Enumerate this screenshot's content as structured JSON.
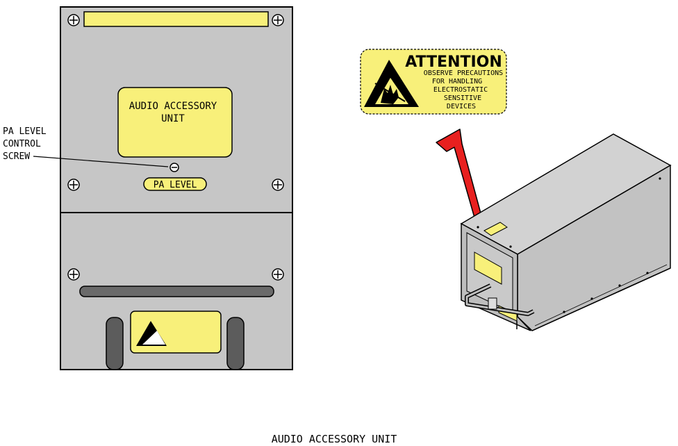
{
  "front_panel": {
    "unit_label_line1": "AUDIO ACCESSORY",
    "unit_label_line2": "UNIT",
    "pa_level_label": "PA LEVEL",
    "callout_line1": "PA LEVEL",
    "callout_line2": "CONTROL",
    "callout_line3": "SCREW"
  },
  "attention_label": {
    "heading": "ATTENTION",
    "line1": "OBSERVE PRECAUTIONS",
    "line2": "FOR HANDLING",
    "line3": "ELECTROSTATIC",
    "line4": "SENSITIVE",
    "line5": "DEVICES"
  },
  "caption": "AUDIO ACCESSORY UNIT",
  "colors": {
    "panel_gray": "#c6c6c6",
    "label_yellow": "#f8f07a",
    "arrow_red": "#e8201f",
    "outline": "#000000"
  }
}
